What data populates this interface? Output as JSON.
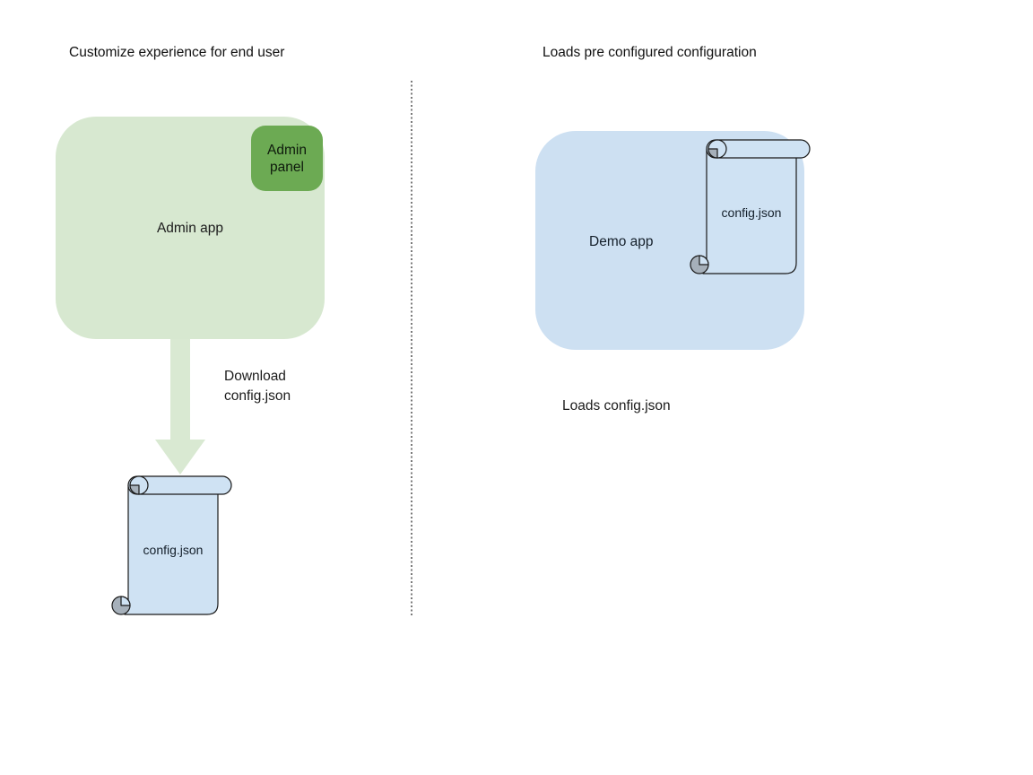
{
  "diagram": {
    "left": {
      "title": "Customize experience for end user",
      "admin_app_label": "Admin app",
      "admin_panel_label": "Admin panel",
      "arrow_label": "Download config.json",
      "scroll_label": "config.json"
    },
    "right": {
      "title": "Loads pre configured configuration",
      "demo_app_label": "Demo app",
      "scroll_label": "config.json",
      "caption": "Loads config.json"
    },
    "colors": {
      "app_green": "#d7e8d0",
      "arrow_green": "#d9e9d2",
      "panel_green": "#6caa53",
      "app_blue": "#cde0f2",
      "scroll_blue": "#cfe2f3",
      "curl_gray": "#a6b0ba",
      "outline": "#1a1a1a"
    }
  }
}
